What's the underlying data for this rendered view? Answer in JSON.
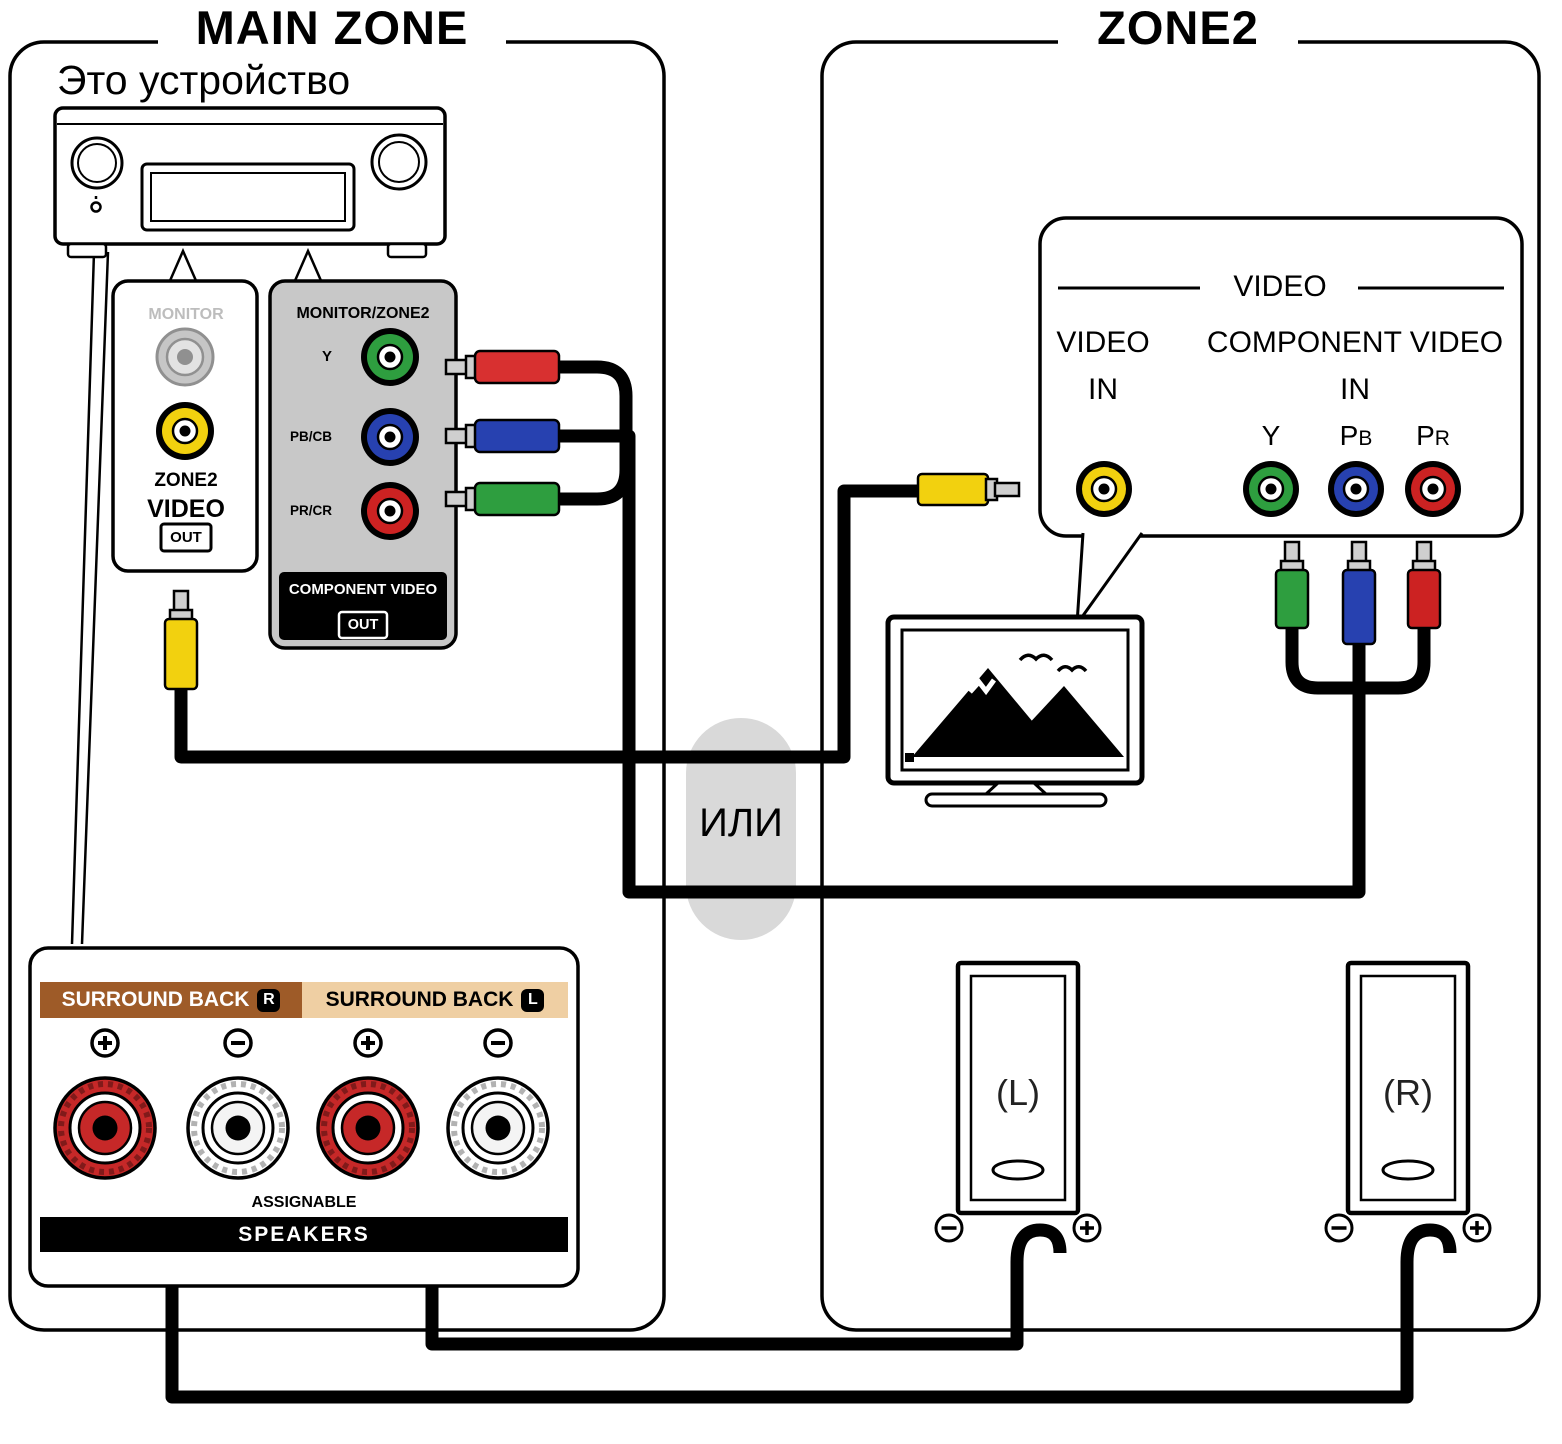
{
  "or_label": "ИЛИ",
  "main_zone": {
    "title": "MAIN ZONE",
    "device_label": "Это устройство",
    "monitor_panel": {
      "monitor": "MONITOR",
      "zone2": "ZONE2",
      "video": "VIDEO",
      "out": "OUT"
    },
    "component_panel": {
      "header": "MONITOR/ZONE2",
      "jack_y": "Y",
      "jack_pb": "PB/CB",
      "jack_pr": "PR/CR",
      "footer": "COMPONENT VIDEO",
      "out": "OUT"
    },
    "speaker_panel": {
      "surround_back_r": "SURROUND BACK",
      "badge_r": "R",
      "surround_back_l": "SURROUND BACK",
      "badge_l": "L",
      "assignable": "ASSIGNABLE",
      "speakers": "SPEAKERS"
    }
  },
  "zone2": {
    "title": "ZONE2",
    "io_panel": {
      "header": "VIDEO",
      "video": "VIDEO",
      "video_in": "IN",
      "component": "COMPONENT VIDEO",
      "component_in": "IN",
      "y": "Y",
      "pb_main": "P",
      "pb_sub": "B",
      "pr_main": "P",
      "pr_sub": "R"
    },
    "speaker_l": "(L)",
    "speaker_r": "(R)"
  },
  "colors": {
    "rca_yellow": "#F2D10F",
    "rca_green": "#2E9E3F",
    "rca_blue": "#2741B0",
    "rca_red": "#CC2222",
    "panel_gray": "#C8C8C8",
    "header_brown": "#9E5B28",
    "header_tan": "#EFCFA3",
    "or_pill_gray": "#D9D9D9",
    "cable_black": "#000000"
  }
}
